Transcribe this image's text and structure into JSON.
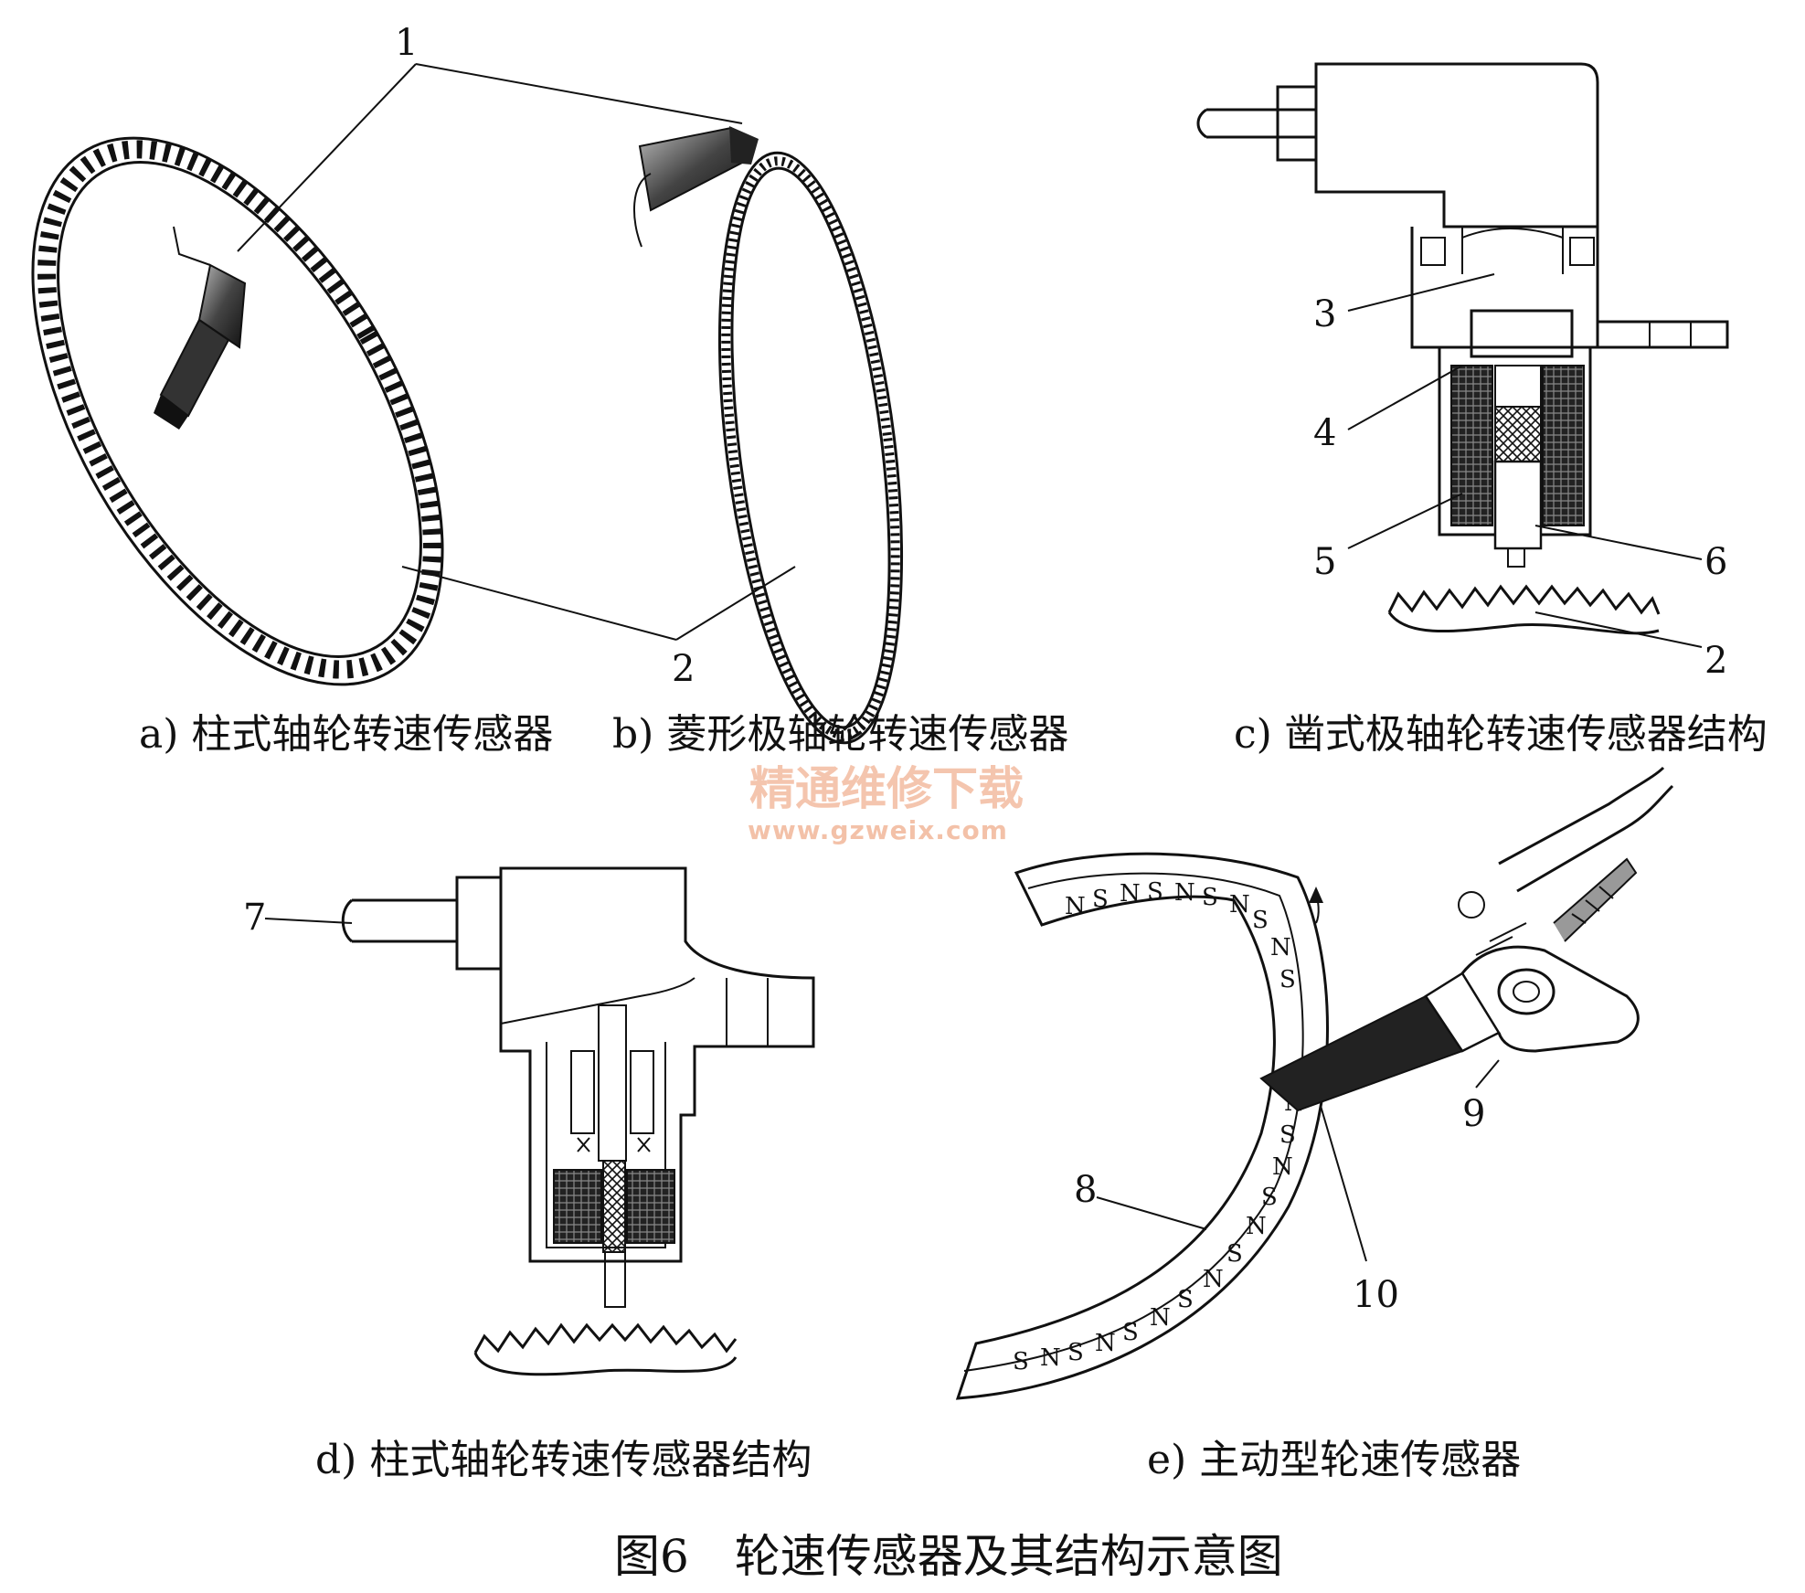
{
  "figure_caption": "图6　轮速传感器及其结构示意图",
  "watermark": {
    "name": "精通维修下载",
    "url": "www.gzweix.com"
  },
  "panels": {
    "a": {
      "caption": "a) 柱式轴轮转速传感器"
    },
    "b": {
      "caption": "b) 菱形极轴轮转速传感器"
    },
    "c": {
      "caption": "c) 凿式极轴轮转速传感器结构"
    },
    "d": {
      "caption": "d) 柱式轴轮转速传感器结构"
    },
    "e": {
      "caption": "e) 主动型轮速传感器"
    }
  },
  "callouts": {
    "n1": "1",
    "n2_ab": "2",
    "n3": "3",
    "n4": "4",
    "n5": "5",
    "n6": "6",
    "n2_c": "2",
    "n7": "7",
    "n8": "8",
    "n9": "9",
    "n10": "10"
  },
  "magnet_poles": {
    "n": "N",
    "s": "S"
  }
}
